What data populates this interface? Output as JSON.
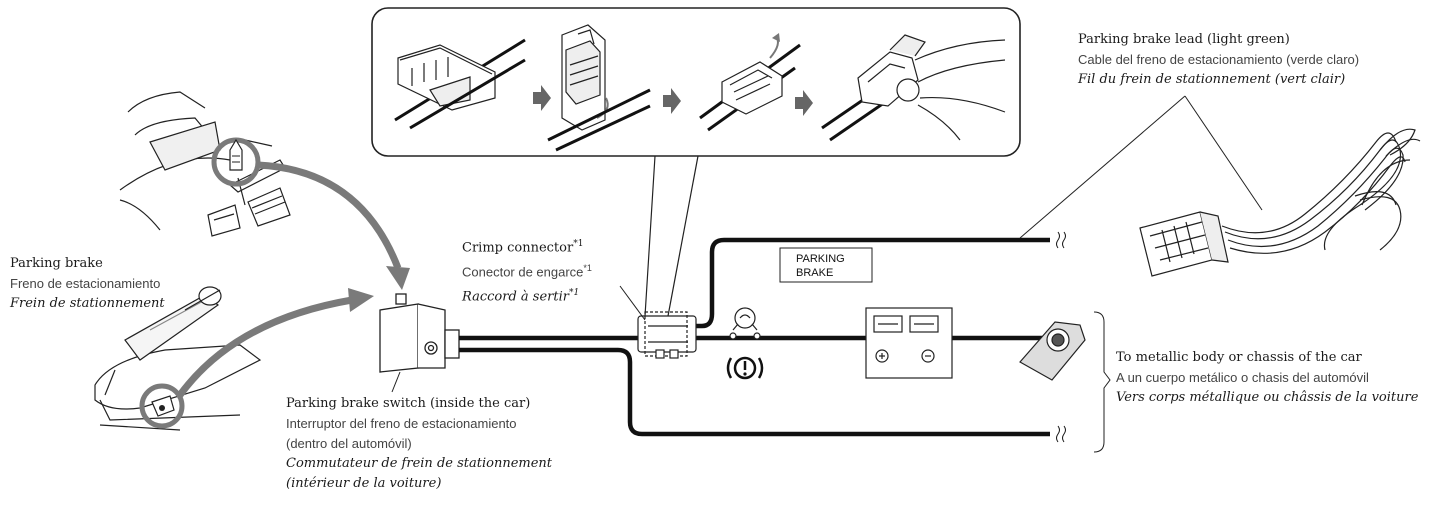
{
  "labels": {
    "parking_brake": {
      "en": "Parking brake",
      "es": "Freno de estacionamiento",
      "fr": "Frein de stationnement"
    },
    "crimp_connector": {
      "en": "Crimp connector",
      "es": "Conector de engarce",
      "fr": "Raccord à sertir",
      "note": "*1"
    },
    "switch": {
      "en": "Parking brake switch (inside the car)",
      "es_1": "Interruptor del freno de estacionamiento",
      "es_2": "(dentro del automóvil)",
      "fr_1": "Commutateur de frein de stationnement",
      "fr_2": "(intérieur de la voiture)"
    },
    "lead": {
      "en": "Parking brake lead (light green)",
      "es": "Cable del freno de estacionamiento (verde claro)",
      "fr": "Fil du frein de stationnement (vert clair)"
    },
    "ground": {
      "en": "To metallic body or chassis of the car",
      "es": "A un cuerpo metálico o chasis del automóvil",
      "fr": "Vers corps métallique ou châssis de la voiture"
    },
    "harness_tag": {
      "line1": "PARKING",
      "line2": "BRAKE"
    }
  },
  "colors": {
    "wire": "#111111",
    "arrow": "#7a7a7a",
    "outline": "#222222"
  },
  "icons": [
    "parking-brake-warning-icon",
    "battery-icon",
    "ground-bolt-icon",
    "step-arrow-icon"
  ]
}
